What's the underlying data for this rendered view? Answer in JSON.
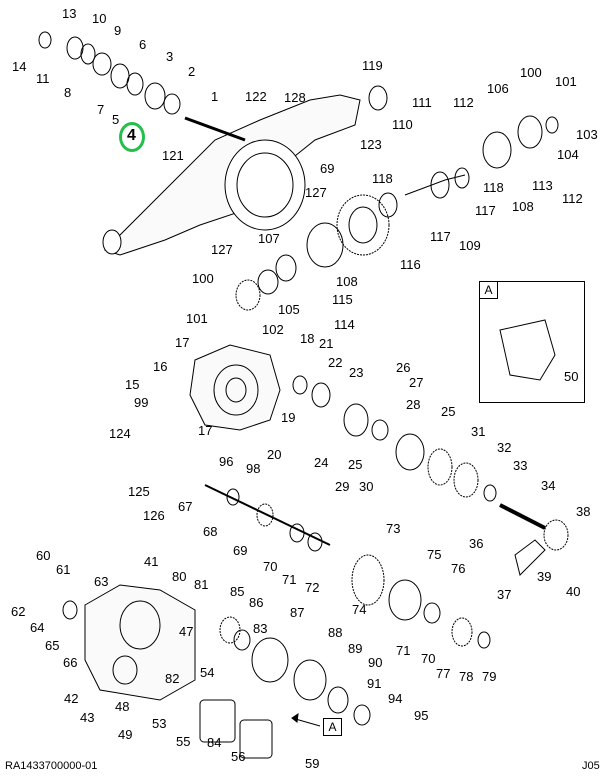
{
  "highlight": {
    "number": "4"
  },
  "detail": {
    "tag": "A",
    "label": "50"
  },
  "view_tag": "A",
  "footer": {
    "code": "RA1433700000-01",
    "sheet": "J05"
  },
  "callouts": [
    "13",
    "10",
    "14",
    "11",
    "9",
    "8",
    "6",
    "7",
    "3",
    "2",
    "1",
    "5",
    "122",
    "128",
    "119",
    "100",
    "101",
    "106",
    "112",
    "103",
    "104",
    "111",
    "110",
    "108",
    "113",
    "112",
    "121",
    "123",
    "69",
    "118",
    "118",
    "127",
    "127",
    "117",
    "117",
    "109",
    "107",
    "116",
    "108",
    "100",
    "105",
    "101",
    "102",
    "115",
    "114",
    "18",
    "17",
    "21",
    "22",
    "23",
    "26",
    "27",
    "16",
    "15",
    "99",
    "19",
    "28",
    "25",
    "124",
    "17",
    "96",
    "98",
    "20",
    "24",
    "25",
    "29",
    "30",
    "31",
    "32",
    "33",
    "34",
    "125",
    "126",
    "67",
    "68",
    "69",
    "70",
    "71",
    "72",
    "73",
    "38",
    "36",
    "37",
    "39",
    "40",
    "60",
    "61",
    "41",
    "63",
    "80",
    "81",
    "62",
    "64",
    "65",
    "66",
    "47",
    "85",
    "86",
    "87",
    "83",
    "82",
    "54",
    "53",
    "48",
    "49",
    "42",
    "43",
    "88",
    "89",
    "90",
    "91",
    "94",
    "95",
    "55",
    "84",
    "56",
    "59",
    "74",
    "75",
    "76",
    "71",
    "70",
    "77",
    "78",
    "79"
  ]
}
